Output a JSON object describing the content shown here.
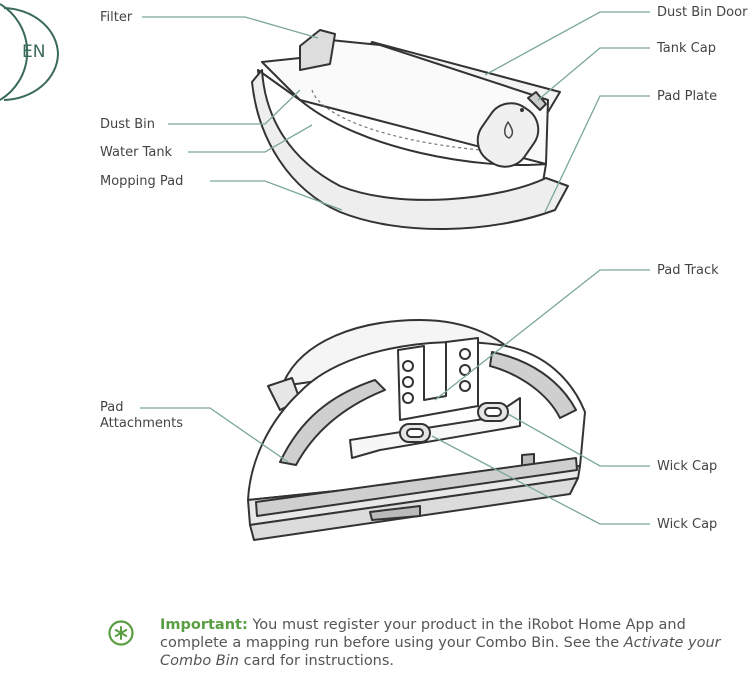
{
  "language_tab": "EN",
  "labels": {
    "filter": "Filter",
    "dust_bin_door": "Dust Bin Door",
    "tank_cap": "Tank Cap",
    "pad_plate": "Pad Plate",
    "dust_bin": "Dust Bin",
    "water_tank": "Water Tank",
    "mopping_pad": "Mopping Pad",
    "pad_track": "Pad Track",
    "pad_attachments_line1": "Pad",
    "pad_attachments_line2": "Attachments",
    "wick_cap_1": "Wick Cap",
    "wick_cap_2": "Wick Cap"
  },
  "note": {
    "important": "Important:",
    "text_1": " You must register your product in the iRobot Home App and complete a mapping run before using your Combo Bin. See the ",
    "card_name": "Activate your Combo Bin",
    "text_2": " card for instructions."
  },
  "colors": {
    "leader_line": "#7aa79a",
    "outline": "#333333",
    "accent_green": "#5a9e43",
    "tab_green": "#3a6a58"
  },
  "icons": [
    "asterisk-circle-icon"
  ]
}
